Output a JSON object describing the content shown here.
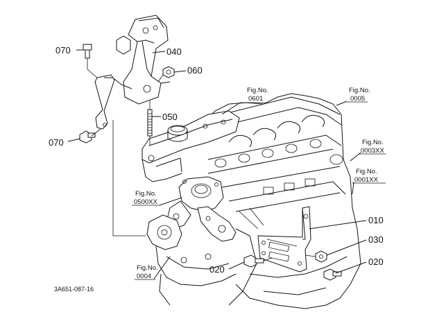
{
  "labels": {
    "p070_top": "070",
    "p040": "040",
    "p060": "060",
    "p050": "050",
    "p070_left": "070",
    "p010": "010",
    "p030": "030",
    "p020_left": "020",
    "p020_right": "020"
  },
  "fig_refs": {
    "fig_0601": {
      "title": "Fig.No.",
      "number": "0601"
    },
    "fig_0005": {
      "title": "Fig.No.",
      "number": "0005"
    },
    "fig_0003xx": {
      "title": "Fig.No.",
      "number": "0003XX"
    },
    "fig_0001xx": {
      "title": "Fig.No.",
      "number": "0001XX"
    },
    "fig_0500xx": {
      "title": "Fig.No.",
      "number": "0500XX"
    },
    "fig_0004": {
      "title": "Fig.No.",
      "number": "0004"
    }
  },
  "drawing_code": "3A651-087-16"
}
